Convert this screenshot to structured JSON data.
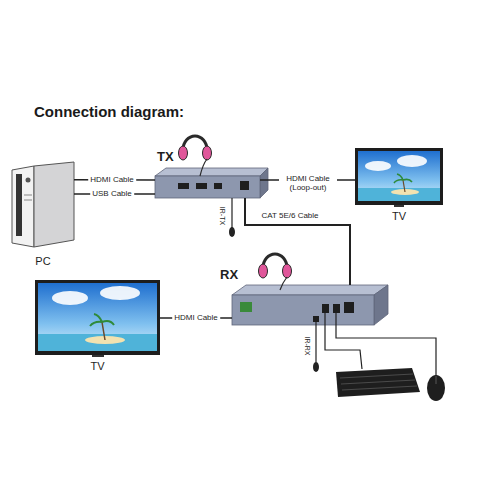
{
  "diagram": {
    "title": "Connection diagram:",
    "nodes": [
      {
        "text": [
          "PC"
        ]
      },
      {
        "text": [
          "TX"
        ]
      },
      {
        "text": [
          "TV"
        ]
      },
      {
        "text": [
          "RX"
        ]
      },
      {
        "text": [
          "TV"
        ]
      }
    ],
    "edges": [
      {
        "from": 0,
        "to": 1,
        "label": "HDMI Cable",
        "arrow": "none"
      },
      {
        "from": 0,
        "to": 1,
        "label": "USB Cable",
        "arrow": "none"
      },
      {
        "from": 1,
        "to": 2,
        "label": "HDMI Cable (Loop-out)",
        "arrow": "none"
      },
      {
        "from": 1,
        "to": 3,
        "label": "CAT 5E/6 Cable",
        "arrow": "none"
      },
      {
        "from": 3,
        "to": 4,
        "label": "HDMI Cable",
        "arrow": "none"
      }
    ],
    "labels": [
      "IR-TX",
      "IR-RX"
    ]
  }
}
